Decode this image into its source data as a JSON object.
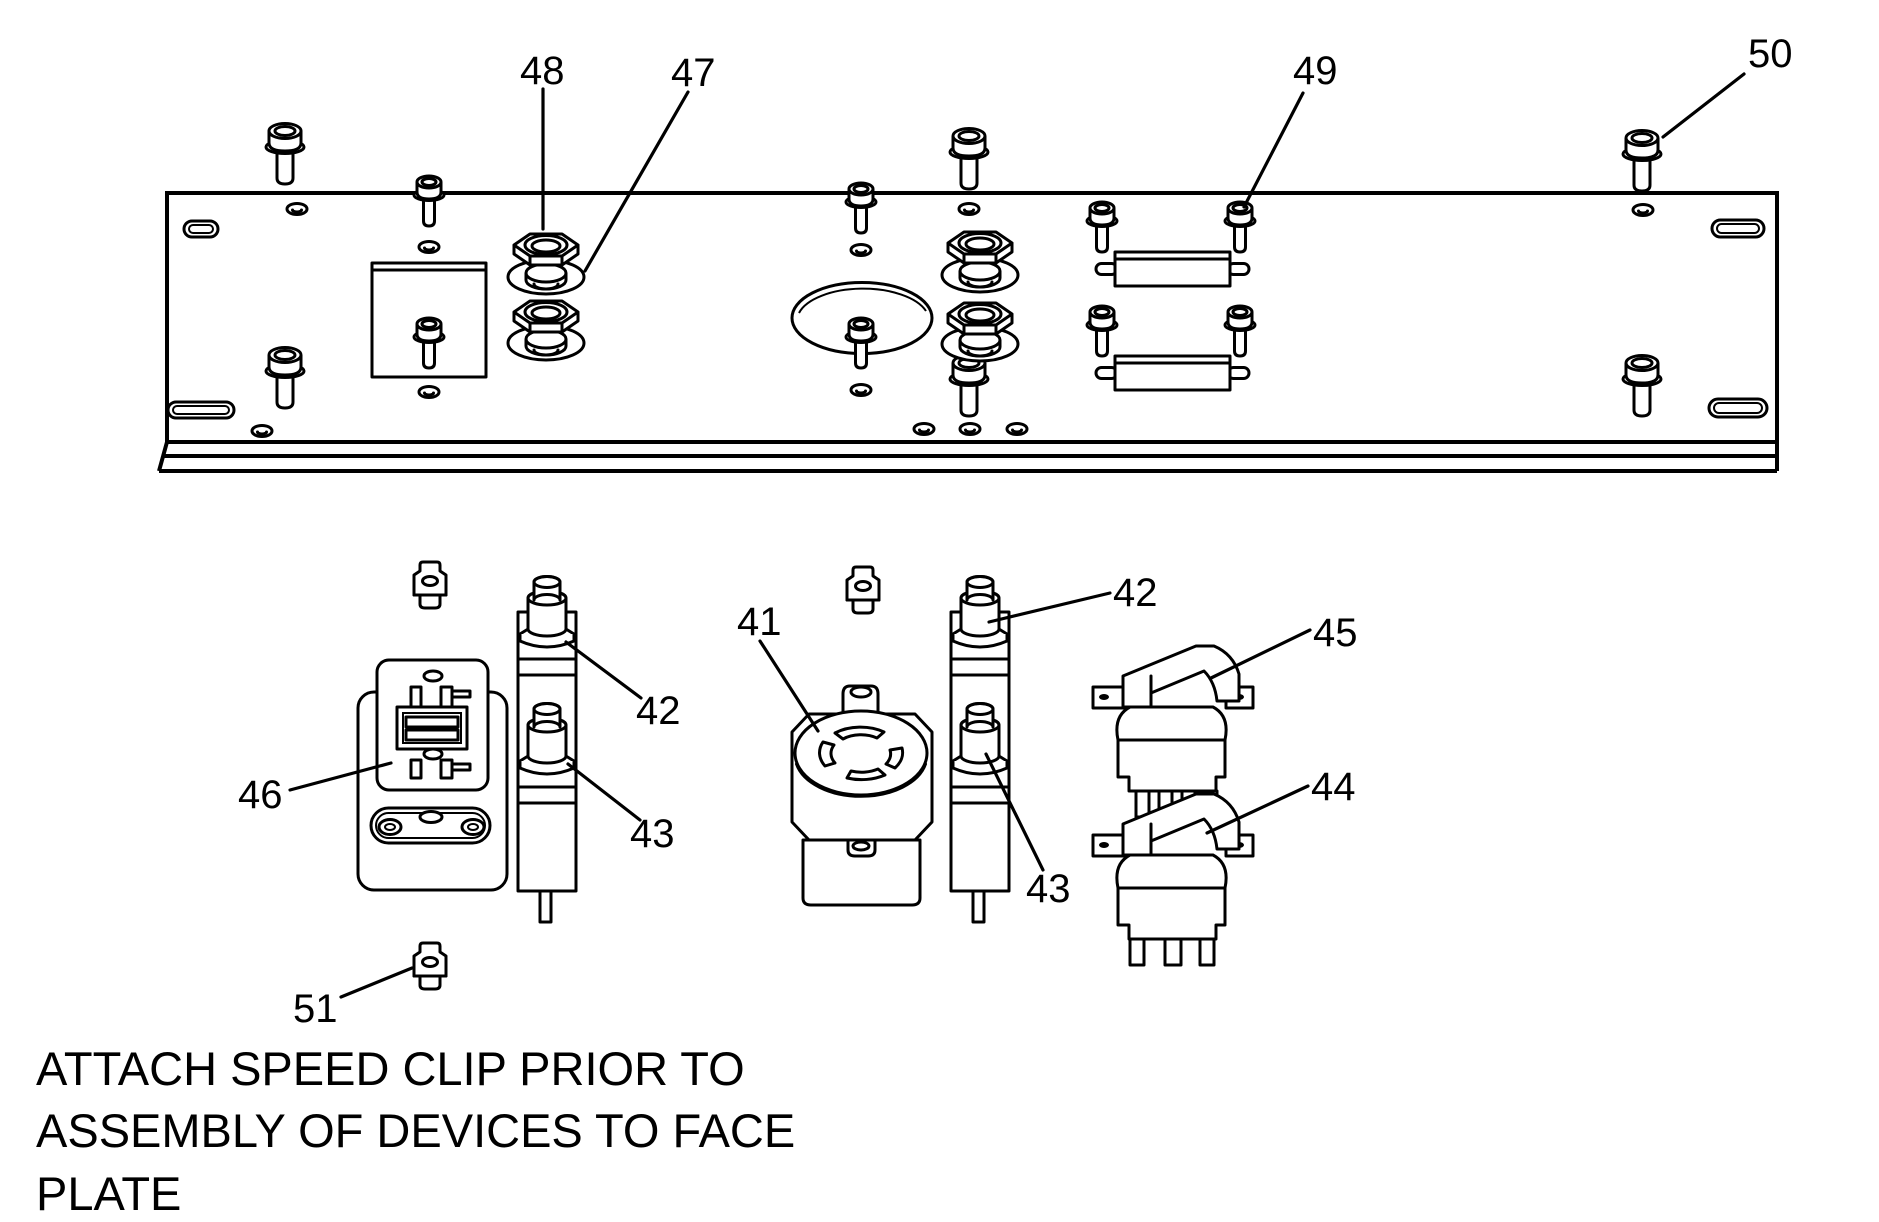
{
  "style": {
    "background": "#ffffff",
    "line_color": "#000000"
  },
  "note": {
    "lines": [
      "ATTACH SPEED CLIP PRIOR TO",
      "ASSEMBLY OF DEVICES TO FACE",
      "PLATE"
    ]
  },
  "callouts": {
    "41": "41",
    "42": "42",
    "43": "43",
    "44": "44",
    "45": "45",
    "46": "46",
    "47": "47",
    "48": "48",
    "49": "49",
    "50": "50",
    "51": "51"
  }
}
